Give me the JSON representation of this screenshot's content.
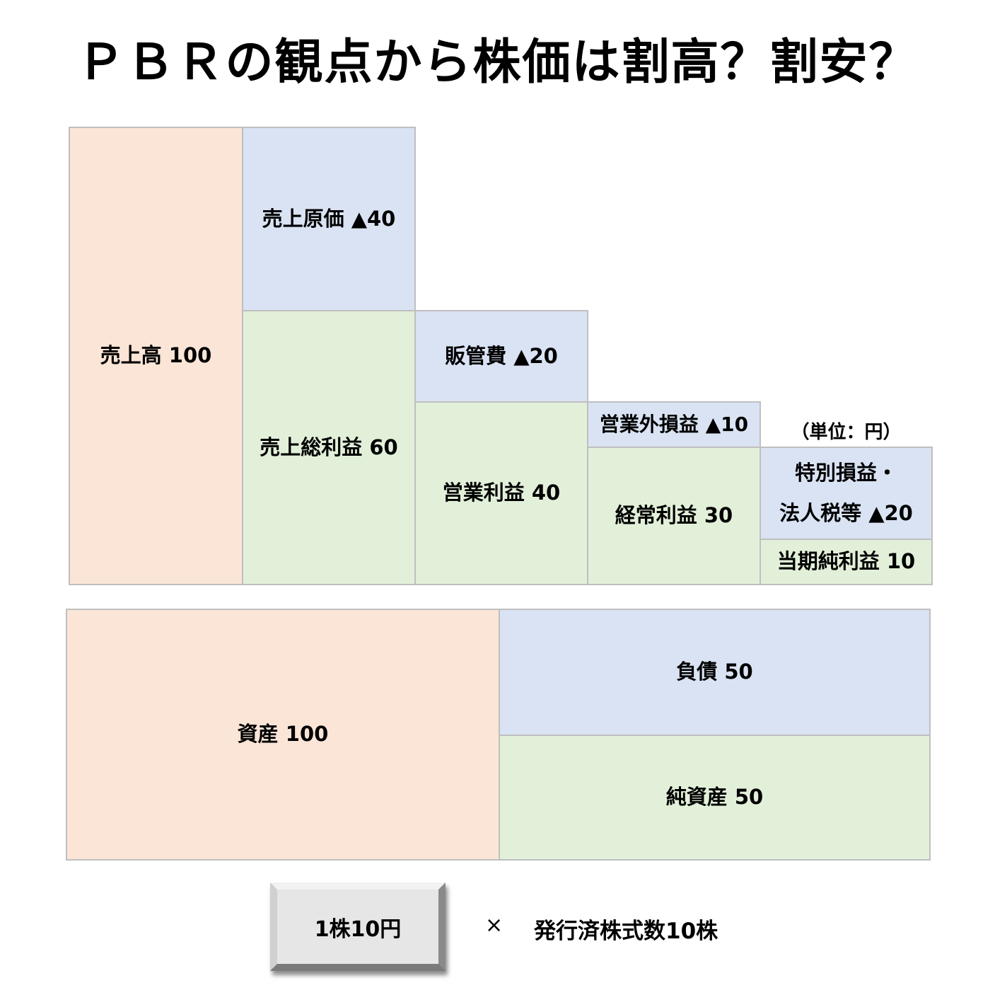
{
  "title": "ＰＢＲの観点から株価は割高？割安？",
  "colors": {
    "revenue_asset": "#FBE5D6",
    "cost_liability": "#DAE3F3",
    "profit_equity": "#E2F0D9",
    "border": "#BFBFBF"
  },
  "income_statement": {
    "unit_note": "（単位：円）",
    "revenue": "売上高 100",
    "cost_of_sales": "売上原価 ▲40",
    "gross_profit": "売上総利益 60",
    "sga": "販管費 ▲20",
    "operating_profit": "営業利益 40",
    "non_operating": "営業外損益 ▲10",
    "ordinary_profit": "経常利益 30",
    "extraordinary_tax_line1": "特別損益・",
    "extraordinary_tax_line2": "法人税等 ▲20",
    "net_income": "当期純利益 10"
  },
  "balance_sheet": {
    "assets": "資産 100",
    "liabilities": "負債 50",
    "net_assets": "純資産 50"
  },
  "share_info": {
    "price_per_share": "1株10円",
    "times": "×",
    "shares_outstanding": "発行済株式数10株"
  }
}
